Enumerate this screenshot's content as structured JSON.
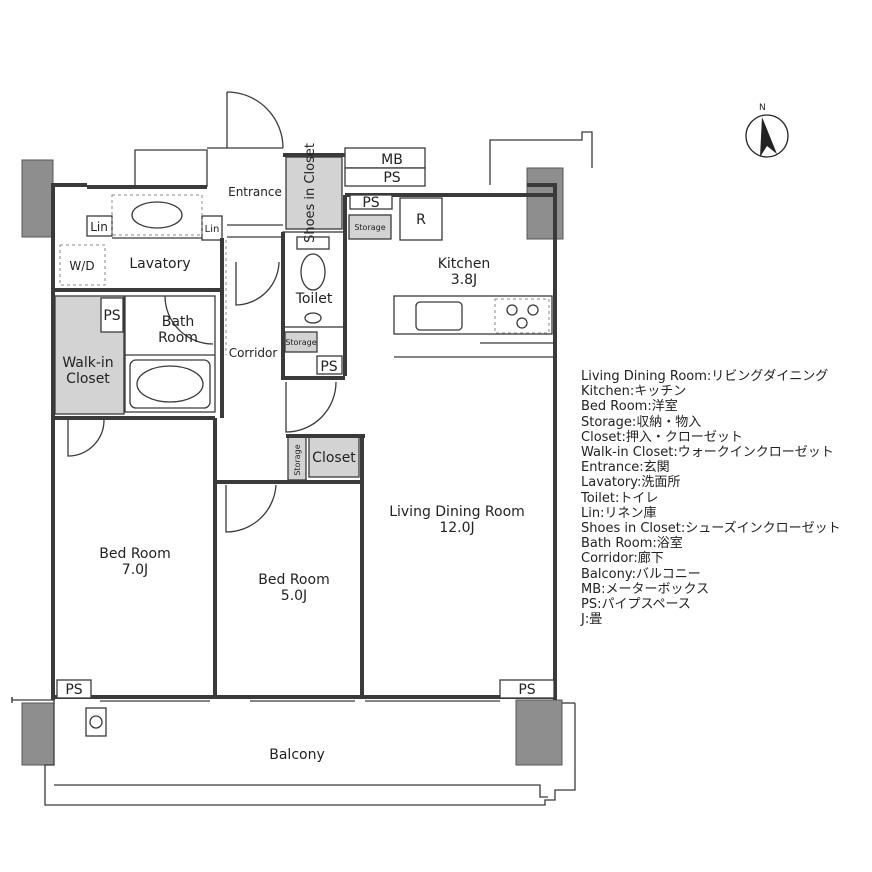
{
  "rooms": {
    "entrance": "Entrance",
    "shoes_in_closet": "Shoes in Closet",
    "mb": "MB",
    "ps_top": "PS",
    "ps_kitchen": "PS",
    "storage_kitchen": "Storage",
    "r": "R",
    "kitchen": "Kitchen",
    "kitchen_size": "3.8J",
    "lin_left": "Lin",
    "lin_right": "Lin",
    "lavatory": "Lavatory",
    "wd": "W/D",
    "toilet": "Toilet",
    "ps_bath": "PS",
    "bath_room": "Bath Room",
    "storage_corridor": "Storage",
    "ps_corridor": "PS",
    "corridor": "Corridor",
    "walk_in_closet": "Walk-in Closet",
    "storage_vertical": "Storage",
    "closet": "Closet",
    "living_dining_room": "Living Dining Room",
    "living_size": "12.0J",
    "bed_room_1": "Bed Room",
    "bed_room_1_size": "7.0J",
    "bed_room_2": "Bed Room",
    "bed_room_2_size": "5.0J",
    "ps_balcony_left": "PS",
    "ps_balcony_right": "PS",
    "balcony": "Balcony"
  },
  "compass": {
    "label": "N"
  },
  "legend": [
    "Living Dining Room:リビングダイニング",
    "Kitchen:キッチン",
    "Bed Room:洋室",
    "Storage:収納・物入",
    "Closet:押入・クローゼット",
    "Walk-in Closet:ウォークインクローゼット",
    "Entrance:玄関",
    "Lavatory:洗面所",
    "Toilet:トイレ",
    "Lin:リネン庫",
    "Shoes in Closet:シューズインクローゼット",
    "Bath Room:浴室",
    "Corridor:廊下",
    "Balcony:バルコニー",
    "MB:メーターボックス",
    "PS:パイプスペース",
    "J:畳"
  ]
}
